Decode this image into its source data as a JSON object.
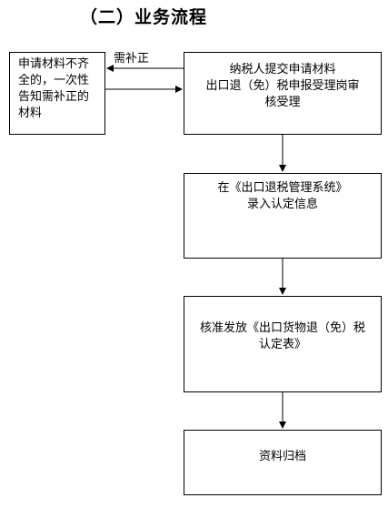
{
  "section_title": "（二）业务流程",
  "side_box": {
    "lines": [
      "申请材料不齐",
      "全的，一次性",
      "告知需补正的",
      "材料"
    ]
  },
  "supplement_label": "需补正",
  "steps": [
    {
      "lines": [
        "纳税人提交申请材料",
        "出口退（免）税申报受理岗审",
        "核受理"
      ]
    },
    {
      "lines": [
        "在《出口退税管理系统》",
        "录入认定信息"
      ]
    },
    {
      "lines": [
        "核准发放《出口货物退（免）税",
        "认定表》"
      ]
    },
    {
      "lines": [
        "资料归档"
      ]
    }
  ]
}
